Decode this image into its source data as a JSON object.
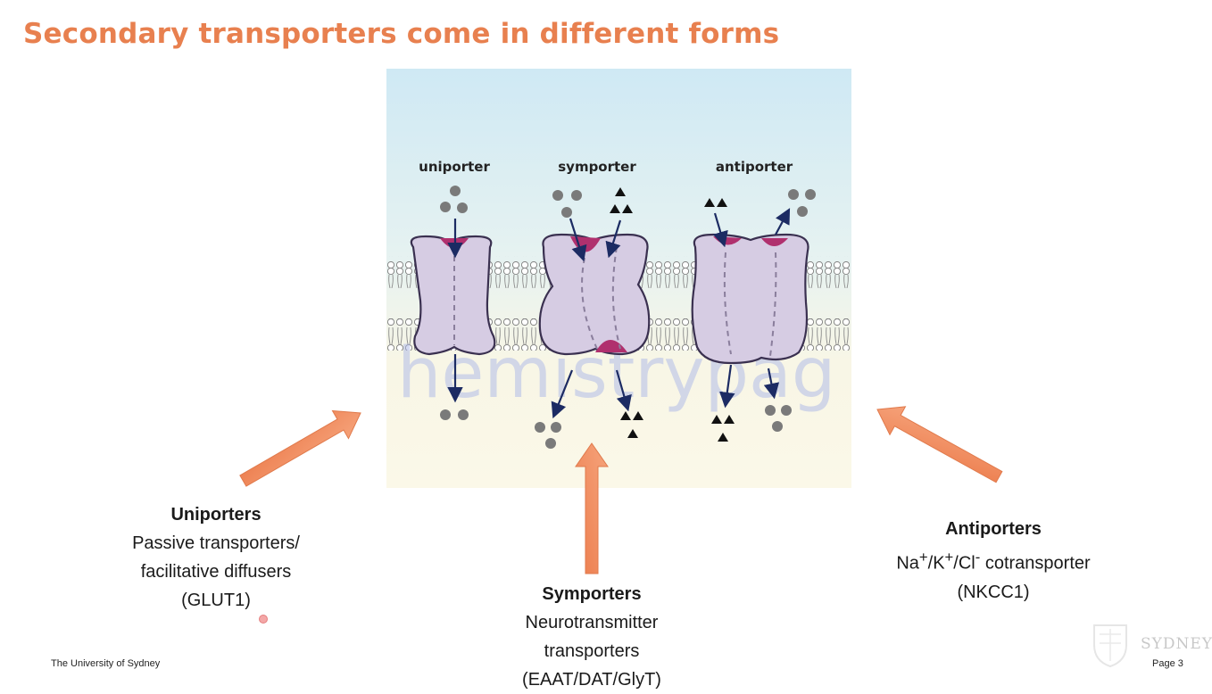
{
  "slide": {
    "title": "Secondary transporters come in different forms"
  },
  "figure": {
    "labels": {
      "uniporter": "uniporter",
      "symporter": "symporter",
      "antiporter": "antiporter"
    },
    "watermark": "hemistrypag",
    "colors": {
      "extracellular": "#cbeaf5",
      "intracellular": "#fbf8e6",
      "protein": "#d5cbe2",
      "binding_site": "#b0306e",
      "arrow": "#1c2b63",
      "ion": "#777777"
    }
  },
  "callouts": {
    "uniporters": {
      "heading": "Uniporters",
      "line1": "Passive transporters/",
      "line2": "facilitative diffusers",
      "line3": "(GLUT1)"
    },
    "symporters": {
      "heading": "Symporters",
      "line1": "Neurotransmitter",
      "line2": "transporters",
      "line3": "(EAAT/DAT/GlyT)"
    },
    "antiporters": {
      "heading": "Antiporters",
      "line1_na": "Na",
      "line1_k": "K",
      "line1_cl": "Cl",
      "line1_rest": " cotransporter",
      "line2": "(NKCC1)"
    }
  },
  "footer": {
    "institution": "The University of Sydney",
    "page": "Page 3",
    "logo_text": "SYDNEY"
  },
  "accent_color": "#f08a5d"
}
